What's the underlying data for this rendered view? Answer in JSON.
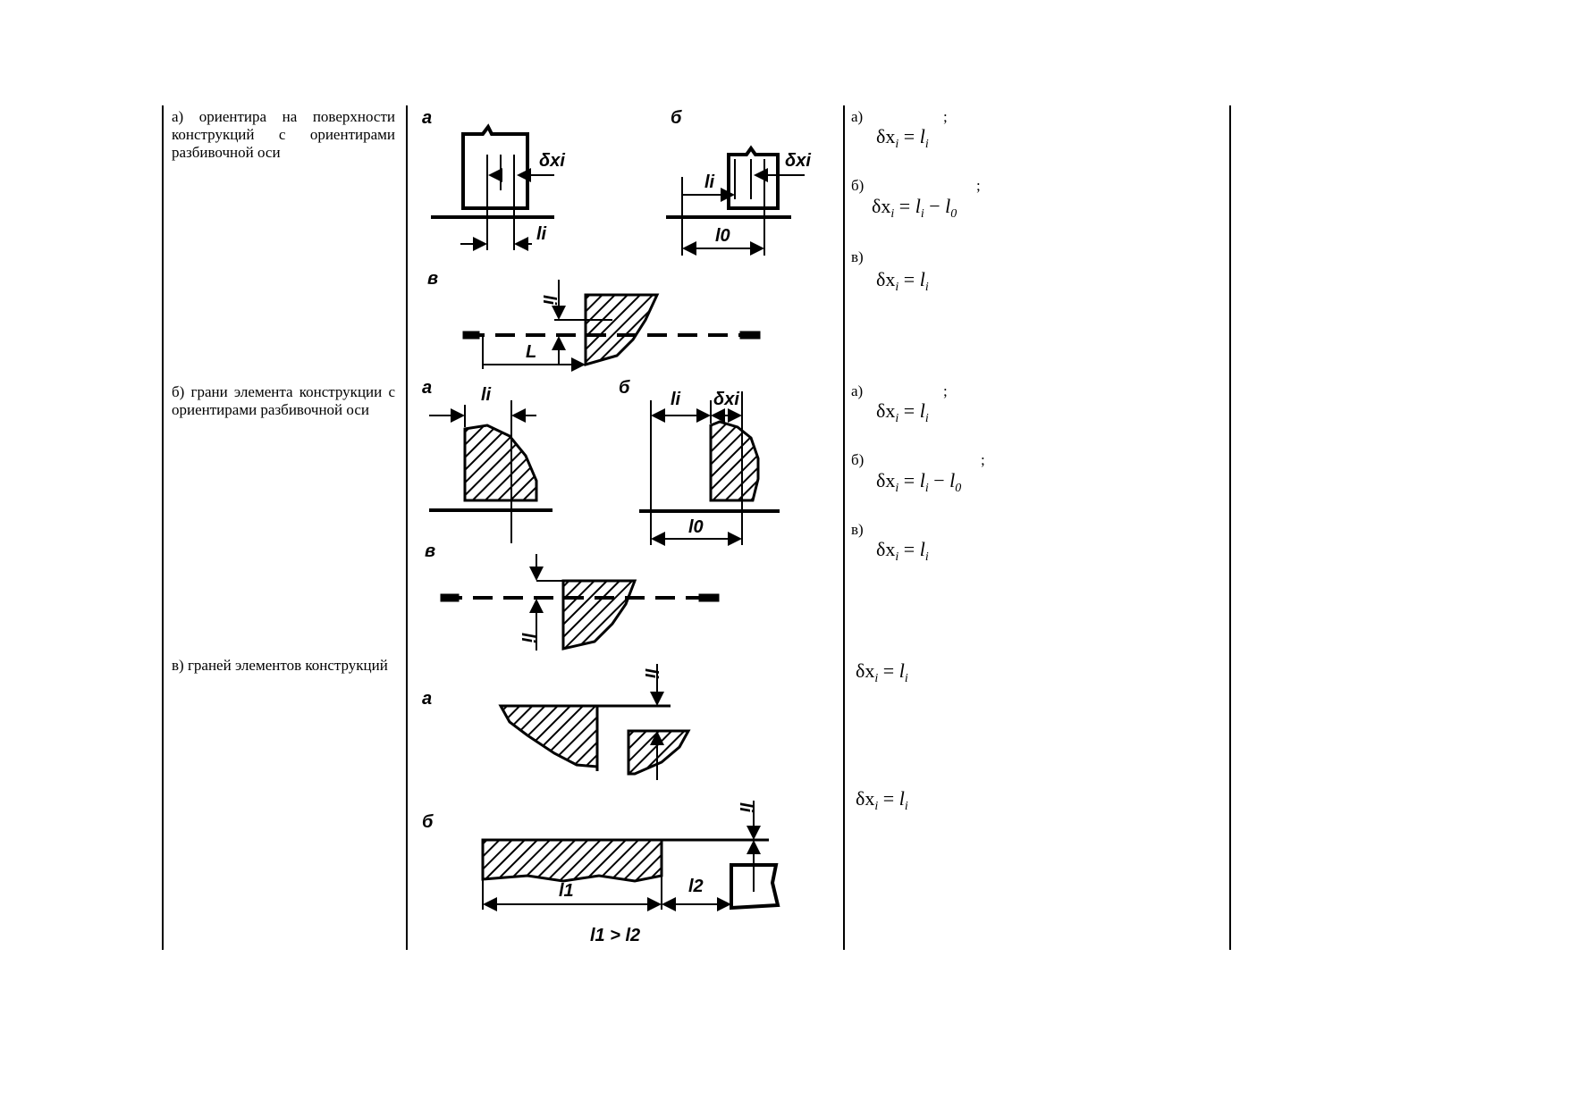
{
  "rows": [
    {
      "description": "а) ориентира на поверхности конструкций с ориентирами разбивочной оси",
      "formulas": [
        {
          "label": "а)",
          "sep": ";",
          "lhs": "δx",
          "lhs_sub": "i",
          "rhs": "l",
          "rhs_sub": "i",
          "minus": "",
          "minus_sub": ""
        },
        {
          "label": "б)",
          "sep": ";",
          "lhs": "δx",
          "lhs_sub": "i",
          "rhs": "l",
          "rhs_sub": "i",
          "minus": "l",
          "minus_sub": "0"
        },
        {
          "label": "в)",
          "sep": "",
          "lhs": "δx",
          "lhs_sub": "i",
          "rhs": "l",
          "rhs_sub": "i",
          "minus": "",
          "minus_sub": ""
        }
      ]
    },
    {
      "description": "б) грани элемента конструкции с ориентирами разбивочной оси",
      "formulas": [
        {
          "label": "а)",
          "sep": ";",
          "lhs": "δx",
          "lhs_sub": "i",
          "rhs": "l",
          "rhs_sub": "i",
          "minus": "",
          "minus_sub": ""
        },
        {
          "label": "б)",
          "sep": ";",
          "lhs": "δx",
          "lhs_sub": "i",
          "rhs": "l",
          "rhs_sub": "i",
          "minus": "l",
          "minus_sub": "0"
        },
        {
          "label": "в)",
          "sep": "",
          "lhs": "δx",
          "lhs_sub": "i",
          "rhs": "l",
          "rhs_sub": "i",
          "minus": "",
          "minus_sub": ""
        }
      ]
    },
    {
      "description": "в) граней элементов конструкций",
      "formulas": [
        {
          "label": "",
          "sep": "",
          "lhs": "δx",
          "lhs_sub": "i",
          "rhs": "l",
          "rhs_sub": "i",
          "minus": "",
          "minus_sub": ""
        },
        {
          "label": "",
          "sep": "",
          "lhs": "δx",
          "lhs_sub": "i",
          "rhs": "l",
          "rhs_sub": "i",
          "minus": "",
          "minus_sub": ""
        }
      ]
    }
  ],
  "drawing_labels": {
    "a": "а",
    "b": "б",
    "v": "в",
    "dxi": "δxi",
    "li": "li",
    "l0": "l0",
    "L": "L",
    "l1": "l1",
    "l2": "l2",
    "l1_gt_l2": "l1 > l2"
  }
}
